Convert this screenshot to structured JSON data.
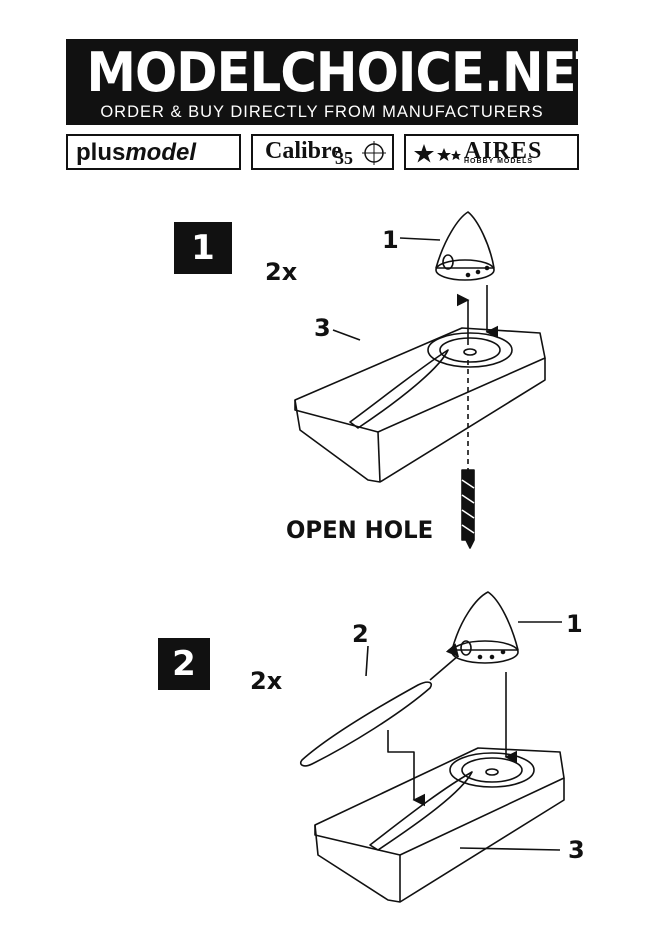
{
  "header": {
    "title": "MODELCHOICE.NET",
    "tagline": "ORDER & BUY DIRECTLY FROM MANUFACTURERS"
  },
  "logos": {
    "plusmodel_a": "plus",
    "plusmodel_b": "model",
    "calibre_name": "Calibre",
    "calibre_num": "35",
    "aires_name": "AIRES",
    "aires_sub": "HOBBY MODELS"
  },
  "steps": [
    {
      "number": "1",
      "quantity": "2x",
      "callout_1": "1",
      "callout_3": "3",
      "instruction": "OPEN HOLE"
    },
    {
      "number": "2",
      "quantity": "2x",
      "callout_1": "1",
      "callout_2": "2",
      "callout_3": "3"
    }
  ],
  "icons": [
    "spinner-icon",
    "base-block-icon",
    "drill-bit-icon",
    "propeller-blade-icon",
    "arrow-icon"
  ]
}
